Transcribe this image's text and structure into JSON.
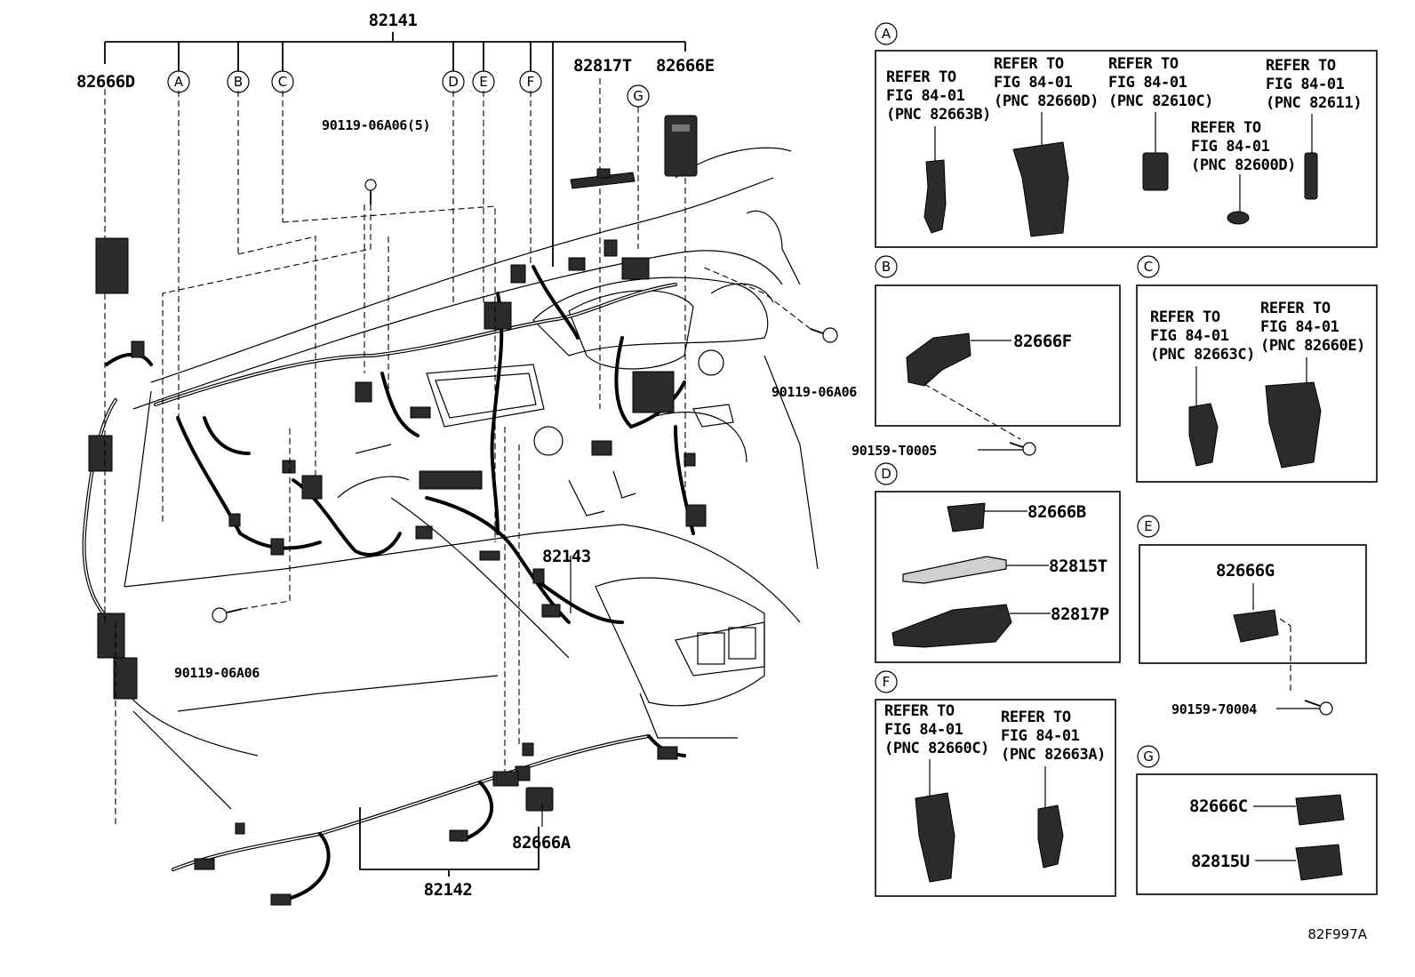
{
  "main": {
    "harness_main": "82141",
    "left_connector": "82666D",
    "connector_82817T": "82817T",
    "connector_82666E": "82666E",
    "bolt_top": "90119-06A06(5)",
    "bolt_right": "90119-06A06",
    "bolt_left": "90119-06A06",
    "harness_center": "82143",
    "harness_floor": "82142",
    "connector_82666A": "82666A",
    "callouts": [
      "A",
      "B",
      "C",
      "D",
      "E",
      "F",
      "G"
    ]
  },
  "detail_a": {
    "letter": "A",
    "items": [
      {
        "lines": [
          "REFER TO",
          "FIG 84-01",
          "(PNC 82663B)"
        ]
      },
      {
        "lines": [
          "REFER TO",
          "FIG 84-01",
          "(PNC 82660D)"
        ]
      },
      {
        "lines": [
          "REFER TO",
          "FIG 84-01",
          "(PNC 82610C)"
        ]
      },
      {
        "lines": [
          "REFER TO",
          "FIG 84-01",
          "(PNC 82600D)"
        ]
      },
      {
        "lines": [
          "REFER TO",
          "FIG 84-01",
          "(PNC 82611)"
        ]
      }
    ]
  },
  "detail_b": {
    "letter": "B",
    "part": "82666F",
    "screw": "90159-T0005"
  },
  "detail_c": {
    "letter": "C",
    "items": [
      {
        "lines": [
          "REFER TO",
          "FIG 84-01",
          "(PNC 82663C)"
        ]
      },
      {
        "lines": [
          "REFER TO",
          "FIG 84-01",
          "(PNC 82660E)"
        ]
      }
    ]
  },
  "detail_d": {
    "letter": "D",
    "parts": [
      "82666B",
      "82815T",
      "82817P"
    ]
  },
  "detail_e": {
    "letter": "E",
    "part": "82666G",
    "screw": "90159-70004"
  },
  "detail_f": {
    "letter": "F",
    "items": [
      {
        "lines": [
          "REFER TO",
          "FIG 84-01",
          "(PNC 82660C)"
        ]
      },
      {
        "lines": [
          "REFER TO",
          "FIG 84-01",
          "(PNC 82663A)"
        ]
      }
    ]
  },
  "detail_g": {
    "letter": "G",
    "parts": [
      "82666C",
      "82815U"
    ]
  },
  "figure_code": "82F997A"
}
